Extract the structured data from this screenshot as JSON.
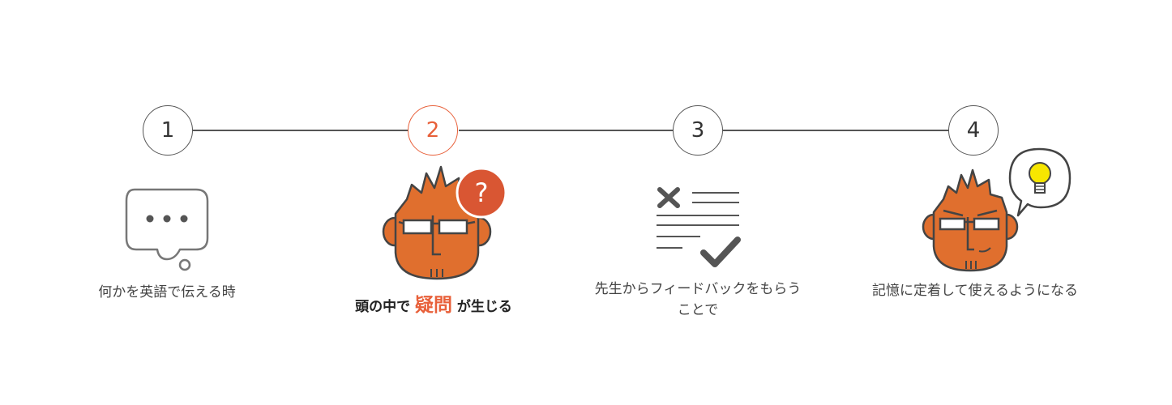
{
  "steps": [
    {
      "number": "1",
      "caption": "何かを英語で伝える時"
    },
    {
      "number": "2",
      "caption_pre": "頭の中で",
      "caption_highlight": "疑問",
      "caption_post": "が生じる"
    },
    {
      "number": "3",
      "caption_line1": "先生からフィードバックをもらう",
      "caption_line2": "ことで"
    },
    {
      "number": "4",
      "caption": "記憶に定着して使えるようになる"
    }
  ],
  "question_mark": "?",
  "icons": [
    "speech-bubble-icon",
    "confused-face-icon",
    "question-badge-icon",
    "feedback-document-icon",
    "enlightened-face-icon",
    "lightbulb-icon"
  ],
  "colors": {
    "accent": "#e8603a",
    "face": "#e06f2e",
    "line": "#555555",
    "bulb": "#f7e600"
  }
}
